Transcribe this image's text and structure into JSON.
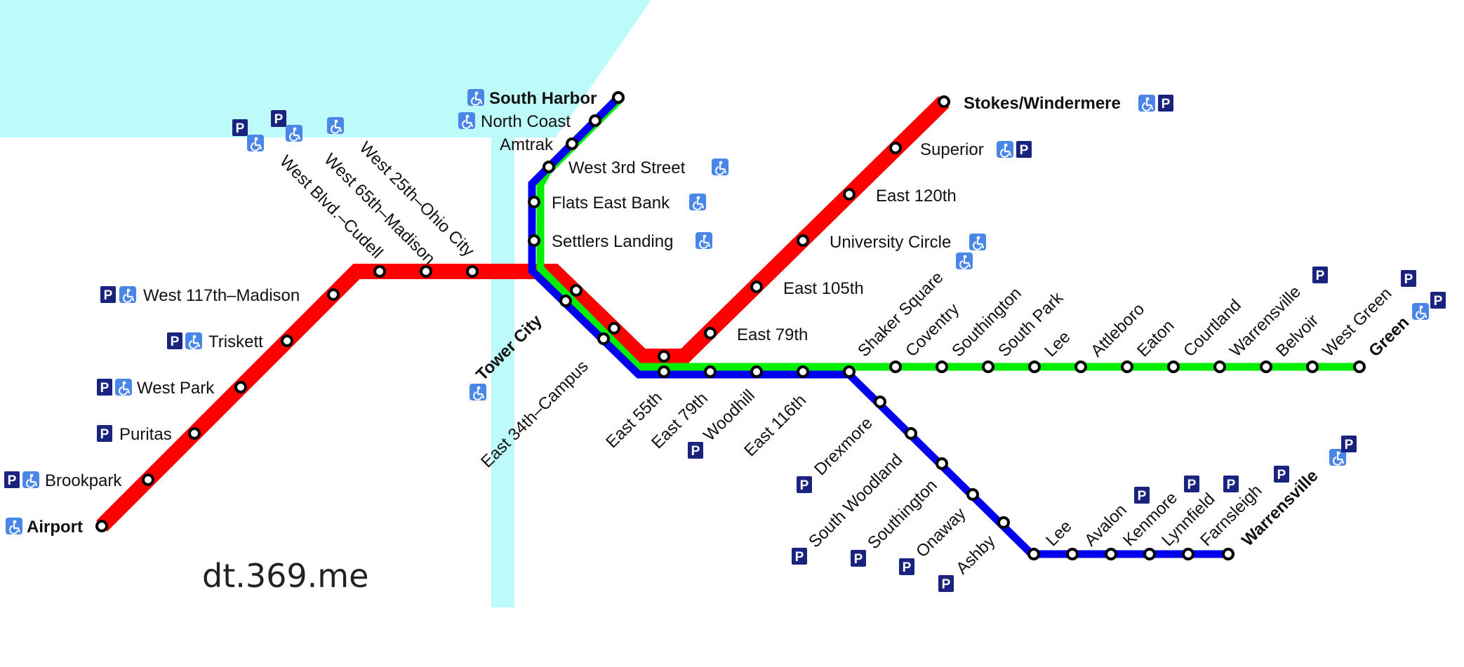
{
  "watermark": "dt.369.me",
  "colors": {
    "water": "#bdfbfb",
    "red_line": "#ff0000",
    "green_line": "#00ee00",
    "blue_line": "#0000ee",
    "station_fill": "#ffffff",
    "station_stroke": "#000000",
    "access_icon": "#4a86e8",
    "parking_icon": "#1a237e"
  },
  "icons": {
    "accessible": "wheelchair-icon",
    "parking": "parking-icon"
  },
  "lines": {
    "red": "red-line",
    "green": "green-line",
    "blue": "blue-line"
  },
  "stations": {
    "airport": "Airport",
    "brookpark": "Brookpark",
    "puritas": "Puritas",
    "west_park": "West Park",
    "triskett": "Triskett",
    "west_117th": "West 117th–Madison",
    "west_blvd": "West Blvd.–Cudell",
    "west_65th": "West 65th–Madison",
    "west_25th": "West 25th–Ohio City",
    "south_harbor": "South Harbor",
    "north_coast": "North Coast",
    "amtrak": "Amtrak",
    "west_3rd": "West 3rd Street",
    "flats_east_bank": "Flats East Bank",
    "settlers_landing": "Settlers Landing",
    "tower_city": "Tower City",
    "east_34th": "East 34th–Campus",
    "east_55th": "East 55th",
    "east_79th_shaker": "East 79th",
    "woodhill": "Woodhill",
    "east_116th": "East 116th",
    "east_79th_red": "East 79th",
    "east_105th": "East 105th",
    "university_circle": "University Circle",
    "east_120th": "East 120th",
    "superior": "Superior",
    "stokes": "Stokes/Windermere",
    "shaker_square": "Shaker Square",
    "coventry": "Coventry",
    "southington_green": "Southington",
    "south_park": "South Park",
    "lee_green": "Lee",
    "attleboro": "Attleboro",
    "eaton": "Eaton",
    "courtland": "Courtland",
    "warrensville_green": "Warrensville",
    "belvoir": "Belvoir",
    "west_green": "West Green",
    "green": "Green",
    "drexmore": "Drexmore",
    "south_woodland": "South Woodland",
    "southington_blue": "Southington",
    "onaway": "Onaway",
    "ashby": "Ashby",
    "lee_blue": "Lee",
    "avalon": "Avalon",
    "kenmore": "Kenmore",
    "lynnfield": "Lynnfield",
    "farnsleigh": "Farnsleigh",
    "warrensville_blue": "Warrensville"
  }
}
